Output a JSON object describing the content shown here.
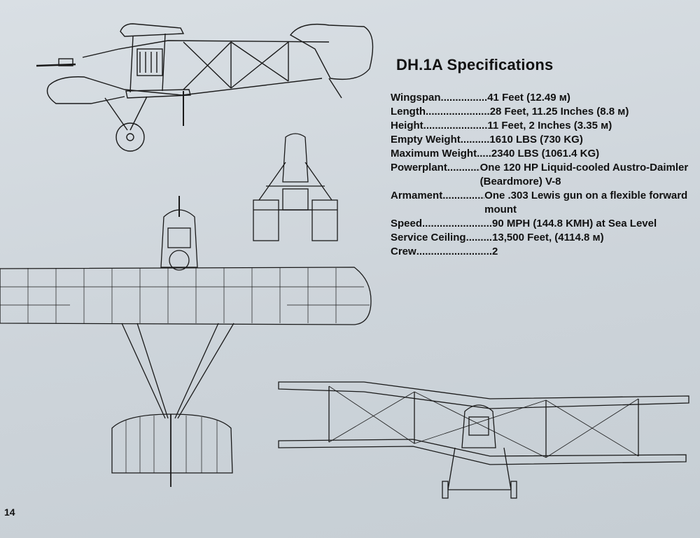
{
  "specs": {
    "title": "DH.1A Specifications",
    "rows": [
      {
        "label": "Wingspan",
        "dots": "................",
        "value": "41 Feet (12.49 м)"
      },
      {
        "label": "Length",
        "dots": "......................",
        "value": "28 Feet, 11.25 Inches (8.8 м)"
      },
      {
        "label": "Height",
        "dots": "......................",
        "value": "11 Feet, 2 Inches (3.35 м)"
      },
      {
        "label": "Empty Weight",
        "dots": "..........",
        "value": "1610 LBS (730 KG)"
      },
      {
        "label": "Maximum Weight",
        "dots": ".....",
        "value": "2340 LBS (1061.4 KG)"
      },
      {
        "label": "Powerplant",
        "dots": "...............",
        "value": "One 120 HP Liquid-cooled Austro-Daimler (Beardmore) V-8"
      },
      {
        "label": "Armament",
        "dots": "................",
        "value": "One .303 Lewis gun on a flexible forward mount"
      },
      {
        "label": "Speed",
        "dots": "........................",
        "value": "90 MPH (144.8 KMH) at Sea Level"
      },
      {
        "label": "Service Ceiling",
        "dots": ".........",
        "value": "13,500 Feet, (4114.8 м)"
      },
      {
        "label": "Crew",
        "dots": "..........................",
        "value": "2"
      }
    ]
  },
  "page_number": "14"
}
